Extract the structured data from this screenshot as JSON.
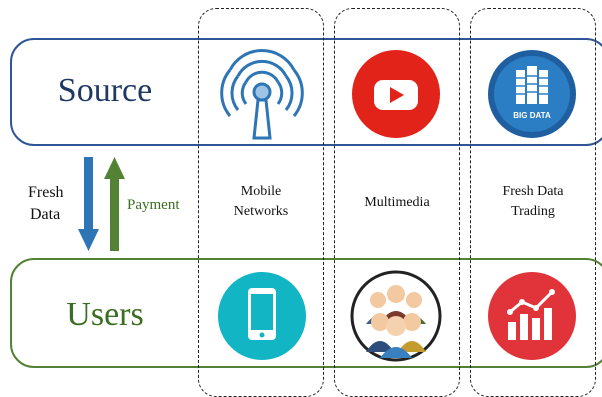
{
  "source_label": "Source",
  "users_label": "Users",
  "fresh_data_line1": "Fresh",
  "fresh_data_line2": "Data",
  "payment_label": "Payment",
  "columns": [
    {
      "line1": "Mobile",
      "line2": "Networks"
    },
    {
      "line1": "Multimedia",
      "line2": ""
    },
    {
      "line1": "Fresh Data",
      "line2": "Trading"
    }
  ],
  "big_data_text": "BIG DATA",
  "icons": {
    "source": [
      "wireless-tower-icon",
      "video-play-icon",
      "big-data-server-icon"
    ],
    "users": [
      "smartphone-icon",
      "people-group-icon",
      "analytics-chart-icon"
    ]
  },
  "colors": {
    "source_accent": "#2f5597",
    "users_accent": "#548235",
    "arrow_blue": "#2e75b6",
    "arrow_green": "#548235",
    "youtube_red": "#e2231a",
    "phone_teal": "#11b5c3",
    "chart_red": "#e0343a"
  }
}
